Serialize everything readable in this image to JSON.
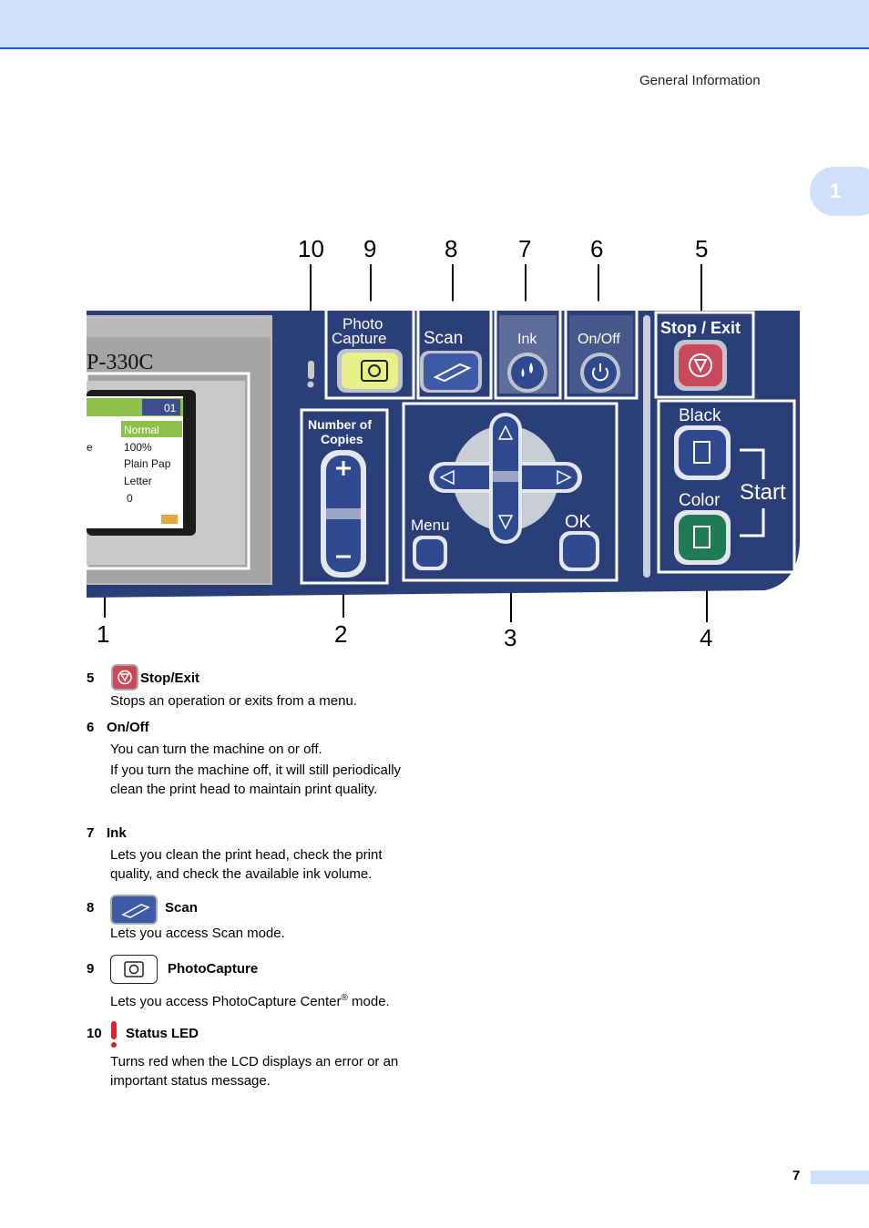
{
  "header": {
    "section_title": "General Information",
    "chapter_tab": "1"
  },
  "figure": {
    "callouts": [
      "10",
      "9",
      "8",
      "7",
      "6",
      "5",
      "1",
      "2",
      "3",
      "4"
    ],
    "lcd": {
      "model_text": "P-330C",
      "page_indicator": "01",
      "rows": [
        "Normal",
        "100%",
        "Plain Pap",
        "Letter",
        "0"
      ],
      "row_prefix": "e"
    },
    "buttons": {
      "photo_capture_1": "Photo",
      "photo_capture_2": "Capture",
      "scan": "Scan",
      "ink": "Ink",
      "on_off": "On/Off",
      "stop_exit": "Stop / Exit",
      "number_of_copies_1": "Number of",
      "number_of_copies_2": "Copies",
      "menu": "Menu",
      "ok": "OK",
      "black": "Black",
      "color": "Color",
      "start": "Start"
    }
  },
  "items": [
    {
      "num": "5",
      "title": "Stop/Exit",
      "icon": "stop-exit-icon",
      "desc": [
        "Stops an operation or exits from a menu."
      ]
    },
    {
      "num": "6",
      "title": "On/Off",
      "icon": "",
      "desc": [
        "You can turn the machine on or off.",
        "If you turn the machine off, it will still periodically clean the print head to maintain print quality."
      ]
    },
    {
      "num": "7",
      "title": "Ink",
      "icon": "",
      "desc": [
        "Lets you clean the print head, check the print quality, and check the available ink volume."
      ]
    },
    {
      "num": "8",
      "title": "Scan",
      "icon": "scan-icon",
      "desc": [
        "Lets you access Scan mode."
      ]
    },
    {
      "num": "9",
      "title": "PhotoCapture",
      "icon": "camera-icon",
      "desc_pre": "Lets you access PhotoCapture Center",
      "desc_sup": "®",
      "desc_post": " mode."
    },
    {
      "num": "10",
      "title": "Status LED",
      "icon": "exclamation-icon",
      "desc": [
        "Turns red when the LCD displays an error or an important status message."
      ]
    }
  ],
  "footer": {
    "page_number": "7"
  },
  "colors": {
    "panel": "#2a3f78",
    "band": "#cfe0fc",
    "accent_blue": "#1a5fd0",
    "stop_red": "#c9485a",
    "start_green": "#1f7a55"
  }
}
